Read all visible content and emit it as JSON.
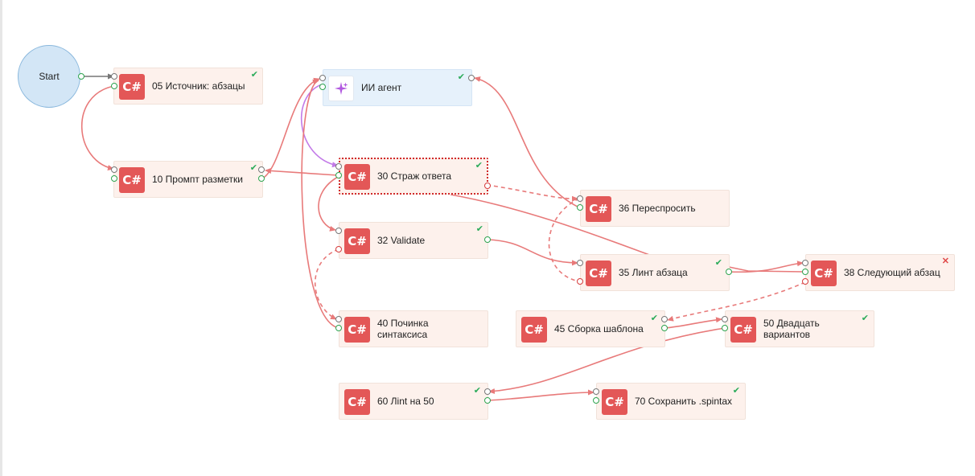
{
  "start": {
    "label": "Start"
  },
  "nodes": {
    "n05": {
      "label": "05 Источник: абзацы",
      "icon": "C#",
      "status": "success"
    },
    "n10": {
      "label": "10 Промпт разметки",
      "icon": "C#",
      "status": "success"
    },
    "agent": {
      "label": "ИИ агент",
      "icon": "sparkle-icon",
      "status": "success"
    },
    "n30": {
      "label": "30 Страж ответа",
      "icon": "C#",
      "status": "success",
      "selected": true
    },
    "n36": {
      "label": "36 Переспросить",
      "icon": "C#",
      "status": "none"
    },
    "n32": {
      "label": "32 Validate",
      "icon": "C#",
      "status": "success"
    },
    "n35": {
      "label": "35 Линт абзаца",
      "icon": "C#",
      "status": "success"
    },
    "n38": {
      "label": "38 Следующий абзац",
      "icon": "C#",
      "status": "error"
    },
    "n40": {
      "label": "40 Починка синтаксиса",
      "icon": "C#",
      "status": "none"
    },
    "n45": {
      "label": "45 Сборка шаблона",
      "icon": "C#",
      "status": "success"
    },
    "n50": {
      "label": "50 Двадцать вариантов",
      "icon": "C#",
      "status": "success"
    },
    "n60": {
      "label": "60 Лint на 50",
      "icon": "C#",
      "status": "success"
    },
    "n70": {
      "label": "70 Сохранить .spintax",
      "icon": "C#",
      "status": "success"
    }
  },
  "colors": {
    "success_link": "#e87a7a",
    "error_link": "#e87a7a",
    "agent_link": "#c27ae8",
    "start_link": "#777777",
    "success_mark": "#2bab5a",
    "error_mark": "#e04848",
    "node_bg": "#fdf1ec",
    "agent_bg": "#e6f1fb",
    "start_bg": "#d3e6f6"
  }
}
